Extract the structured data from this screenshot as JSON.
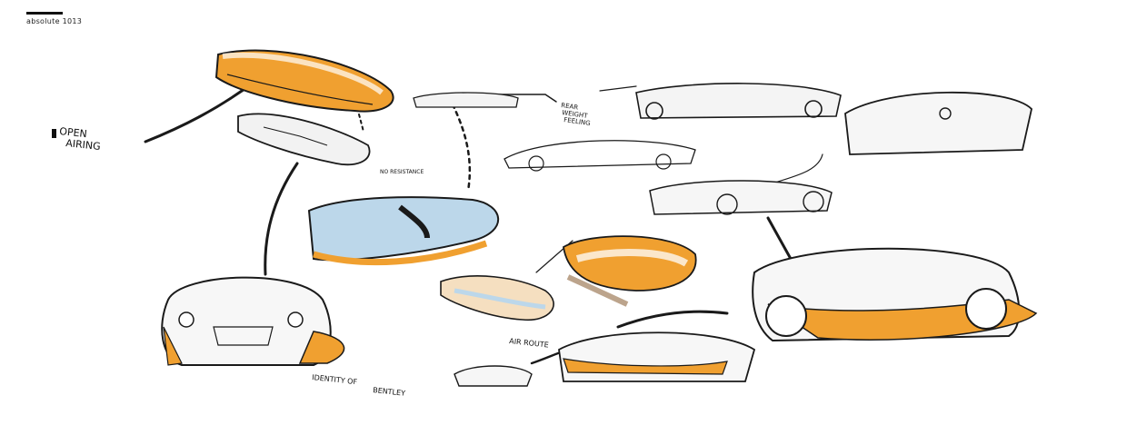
{
  "page": {
    "code": "absolute 1013"
  },
  "annotations": {
    "open_airing_line1": "OPEN",
    "open_airing_line2": "AIRING",
    "no_resistance": "NO RESISTANCE",
    "rear_weight_line1": "REAR",
    "rear_weight_line2": "WEIGHT",
    "rear_weight_line3": "FEELING",
    "air_route": "AIR ROUTE",
    "identity_line1": "IDENTITY OF",
    "identity_line2": "BENTLEY"
  },
  "colors": {
    "ink": "#1a1a1a",
    "accent_orange": "#f0a030",
    "accent_blue": "#bcd7ea",
    "paper": "#ffffff"
  }
}
